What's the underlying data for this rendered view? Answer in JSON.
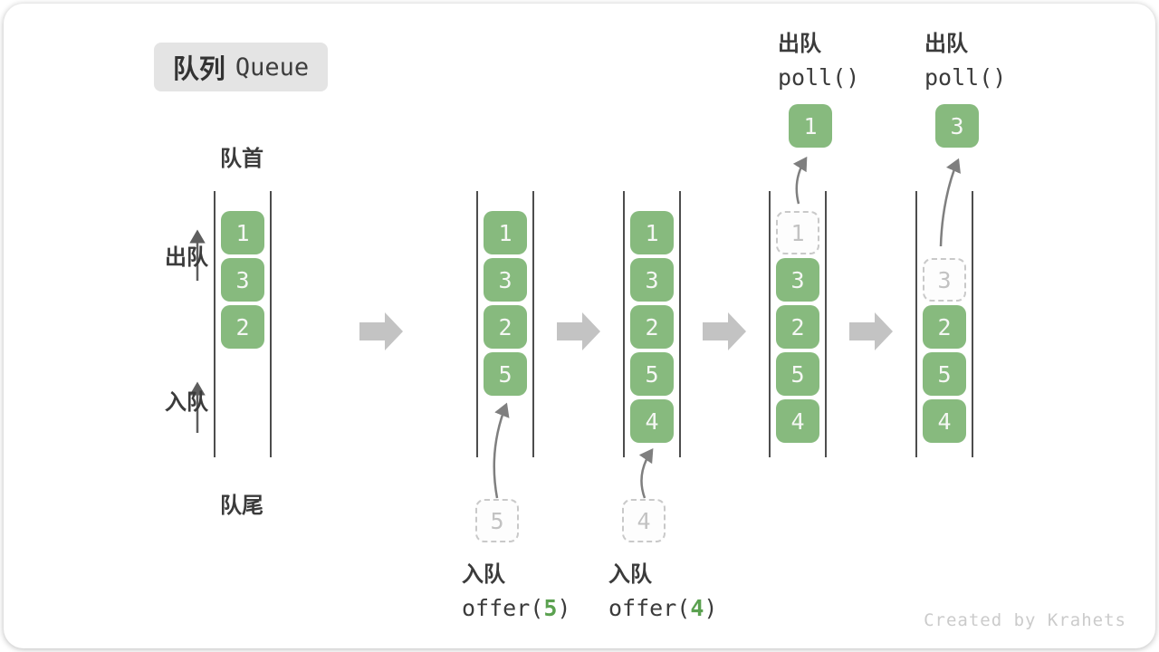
{
  "title": {
    "zh": "队列",
    "en": "Queue"
  },
  "side_labels": {
    "front": "队首",
    "rear": "队尾",
    "dequeue": "出队",
    "enqueue": "入队"
  },
  "watermark": "Created by Krahets",
  "colors": {
    "cell_green": "#87ba7e",
    "cell_text": "#f5f7f4",
    "ghost_border": "#c9c9c9",
    "ghost_text": "#c2c2c2",
    "accent_green": "#5ba150",
    "flow_arrow": "#c3c3c3",
    "curve_arrow": "#7f7f7f",
    "side_arrow": "#5e5e5e",
    "line_dark": "#4d4d4d",
    "label_dark": "#3b3b3b",
    "badge_bg": "#e4e4e4",
    "watermark_gray": "#cbcbcb"
  },
  "queue_states": [
    {
      "cells": [
        {
          "slot": 0,
          "value": "1",
          "kind": "filled"
        },
        {
          "slot": 1,
          "value": "3",
          "kind": "filled"
        },
        {
          "slot": 2,
          "value": "2",
          "kind": "filled"
        }
      ]
    },
    {
      "cells": [
        {
          "slot": 0,
          "value": "1",
          "kind": "filled"
        },
        {
          "slot": 1,
          "value": "3",
          "kind": "filled"
        },
        {
          "slot": 2,
          "value": "2",
          "kind": "filled"
        },
        {
          "slot": 3,
          "value": "5",
          "kind": "filled"
        }
      ],
      "incoming": {
        "value": "5"
      },
      "operation": {
        "kind": "enqueue",
        "label": "入队",
        "code_before": "offer(",
        "code_arg": "5",
        "code_after": ")"
      }
    },
    {
      "cells": [
        {
          "slot": 0,
          "value": "1",
          "kind": "filled"
        },
        {
          "slot": 1,
          "value": "3",
          "kind": "filled"
        },
        {
          "slot": 2,
          "value": "2",
          "kind": "filled"
        },
        {
          "slot": 3,
          "value": "5",
          "kind": "filled"
        },
        {
          "slot": 4,
          "value": "4",
          "kind": "filled"
        }
      ],
      "incoming": {
        "value": "4"
      },
      "operation": {
        "kind": "enqueue",
        "label": "入队",
        "code_before": "offer(",
        "code_arg": "4",
        "code_after": ")"
      }
    },
    {
      "cells": [
        {
          "slot": 0,
          "value": "1",
          "kind": "ghost"
        },
        {
          "slot": 1,
          "value": "3",
          "kind": "filled"
        },
        {
          "slot": 2,
          "value": "2",
          "kind": "filled"
        },
        {
          "slot": 3,
          "value": "5",
          "kind": "filled"
        },
        {
          "slot": 4,
          "value": "4",
          "kind": "filled"
        }
      ],
      "outgoing": {
        "value": "1"
      },
      "operation": {
        "kind": "dequeue",
        "label": "出队",
        "code_before": "poll()",
        "code_arg": "",
        "code_after": ""
      }
    },
    {
      "cells": [
        {
          "slot": 1,
          "value": "3",
          "kind": "ghost"
        },
        {
          "slot": 2,
          "value": "2",
          "kind": "filled"
        },
        {
          "slot": 3,
          "value": "5",
          "kind": "filled"
        },
        {
          "slot": 4,
          "value": "4",
          "kind": "filled"
        }
      ],
      "outgoing": {
        "value": "3"
      },
      "operation": {
        "kind": "dequeue",
        "label": "出队",
        "code_before": "poll()",
        "code_arg": "",
        "code_after": ""
      }
    }
  ]
}
